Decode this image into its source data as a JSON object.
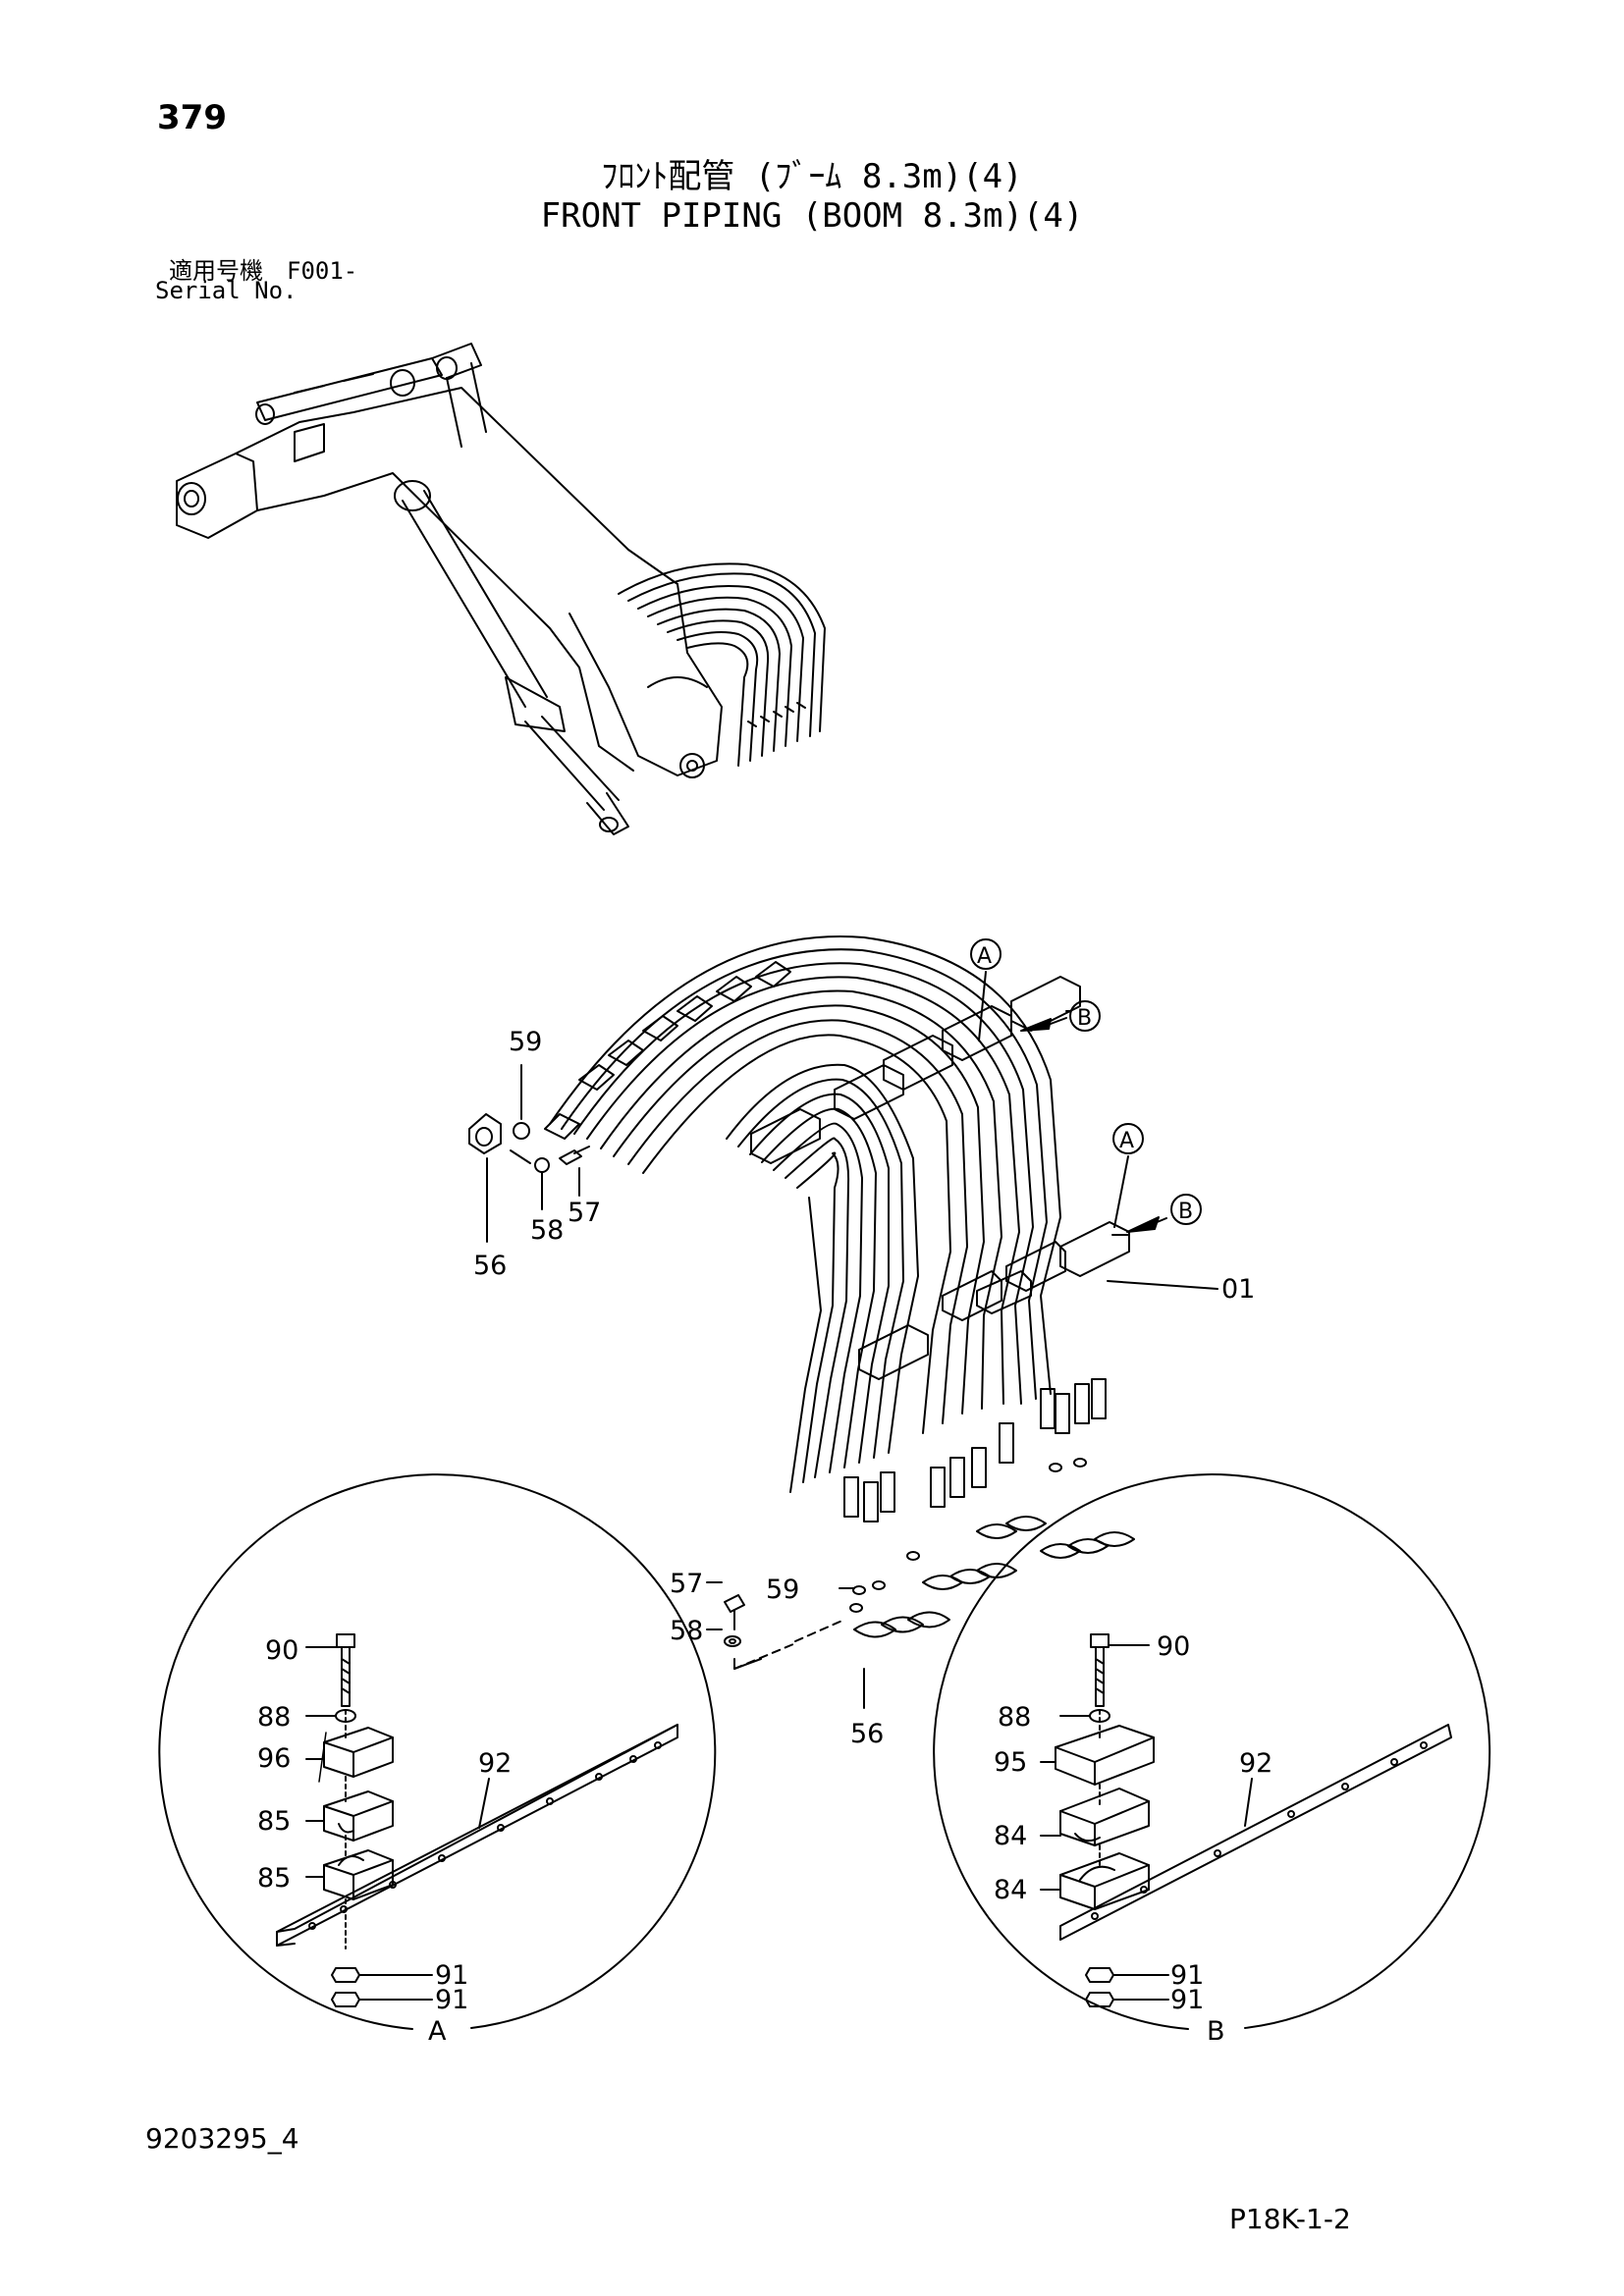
{
  "header": {
    "page_number": "379",
    "title_jp": "ﾌﾛﾝﾄ配管 (ﾌﾞｰﾑ 8.3m)(4)",
    "title_en": "FRONT PIPING (BOOM 8.3m)(4)",
    "serial_jp": "適用号機　F001-",
    "serial_en": "Serial No."
  },
  "main_callouts": {
    "p59_top": "59",
    "p56_top": "56",
    "p58_top": "58",
    "p57_top": "57",
    "p01": "01",
    "p57_bot": "57",
    "p58_bot": "58",
    "p59_bot": "59",
    "p56_bot": "56",
    "ref_a1": "A",
    "ref_b1": "B",
    "ref_a2": "A",
    "ref_b2": "B"
  },
  "detail_a": {
    "label": "A",
    "p90": "90",
    "p88": "88",
    "p96": "96",
    "p85a": "85",
    "p85b": "85",
    "p92": "92",
    "p91a": "91",
    "p91b": "91"
  },
  "detail_b": {
    "label": "B",
    "p90": "90",
    "p88": "88",
    "p95": "95",
    "p84a": "84",
    "p84b": "84",
    "p92": "92",
    "p91a": "91",
    "p91b": "91"
  },
  "footer": {
    "drawing_no": "9203295_4",
    "page_code": "P18K-1-2"
  }
}
